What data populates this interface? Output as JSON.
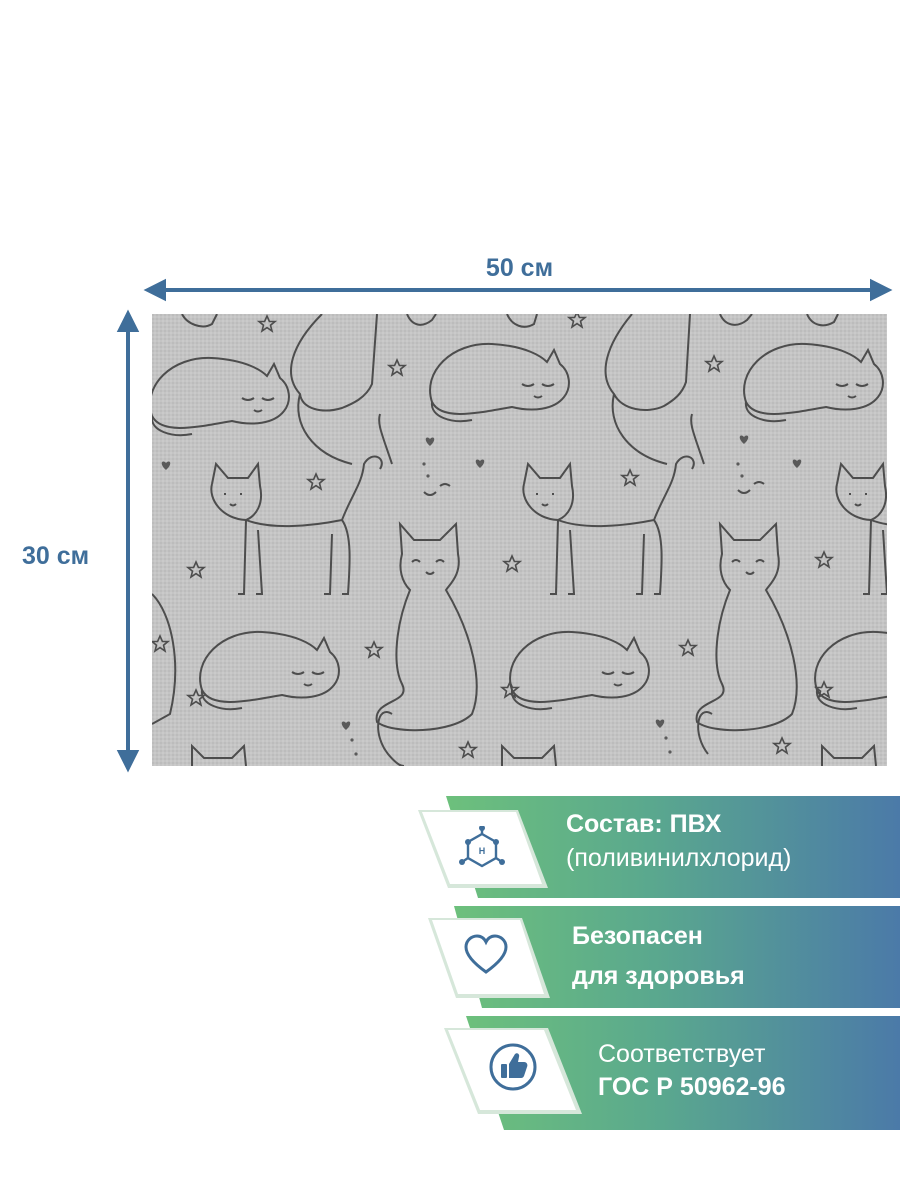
{
  "dimensions": {
    "width_label": "50 см",
    "height_label": "30 см"
  },
  "features": [
    {
      "icon": "molecule-icon",
      "line1": "Состав: ПВХ",
      "line2": "(поливинилхлорид)"
    },
    {
      "icon": "heart-icon",
      "line1": "Безопасен",
      "line2": "для здоровья"
    },
    {
      "icon": "thumbs-up-icon",
      "line1": "Соответствует",
      "line2": "ГОС Р 50962-96"
    }
  ],
  "colors": {
    "dimension": "#3f6e9a",
    "mat": "#c3c3c3",
    "outline": "#4d4d4d",
    "ribbon_start": "#6abf7e",
    "ribbon_end": "#4a79a8"
  }
}
